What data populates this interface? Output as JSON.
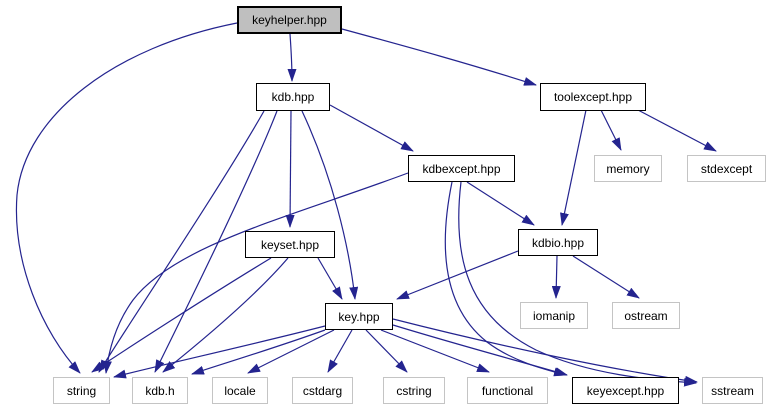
{
  "diagram": {
    "type": "include-dependency-graph",
    "root": "keyhelper.hpp"
  },
  "colors": {
    "edge": "#24248f",
    "current_node_fill": "#bfbfbf",
    "node_fill": "#ffffff",
    "documented_node_border": "#000000",
    "external_node_border": "#c4c4c4",
    "text": "#000000",
    "background": "#ffffff"
  },
  "nodes": [
    {
      "label": "keyhelper.hpp",
      "kind": "current"
    },
    {
      "label": "kdb.hpp",
      "kind": "documented"
    },
    {
      "label": "toolexcept.hpp",
      "kind": "documented"
    },
    {
      "label": "kdbexcept.hpp",
      "kind": "documented"
    },
    {
      "label": "memory",
      "kind": "external"
    },
    {
      "label": "stdexcept",
      "kind": "external"
    },
    {
      "label": "kdbio.hpp",
      "kind": "documented"
    },
    {
      "label": "keyset.hpp",
      "kind": "documented"
    },
    {
      "label": "iomanip",
      "kind": "external"
    },
    {
      "label": "ostream",
      "kind": "external"
    },
    {
      "label": "key.hpp",
      "kind": "documented"
    },
    {
      "label": "string",
      "kind": "external"
    },
    {
      "label": "kdb.h",
      "kind": "external"
    },
    {
      "label": "locale",
      "kind": "external"
    },
    {
      "label": "cstdarg",
      "kind": "external"
    },
    {
      "label": "cstring",
      "kind": "external"
    },
    {
      "label": "functional",
      "kind": "external"
    },
    {
      "label": "keyexcept.hpp",
      "kind": "documented"
    },
    {
      "label": "sstream",
      "kind": "external"
    }
  ],
  "edges": [
    {
      "from": "keyhelper.hpp",
      "to": "kdb.hpp"
    },
    {
      "from": "keyhelper.hpp",
      "to": "toolexcept.hpp"
    },
    {
      "from": "keyhelper.hpp",
      "to": "string"
    },
    {
      "from": "kdb.hpp",
      "to": "string"
    },
    {
      "from": "kdb.hpp",
      "to": "kdb.h"
    },
    {
      "from": "kdb.hpp",
      "to": "keyset.hpp"
    },
    {
      "from": "kdb.hpp",
      "to": "key.hpp"
    },
    {
      "from": "kdb.hpp",
      "to": "kdbexcept.hpp"
    },
    {
      "from": "kdbexcept.hpp",
      "to": "kdbio.hpp"
    },
    {
      "from": "kdbexcept.hpp",
      "to": "string"
    },
    {
      "from": "kdbexcept.hpp",
      "to": "keyexcept.hpp"
    },
    {
      "from": "kdbexcept.hpp",
      "to": "sstream"
    },
    {
      "from": "toolexcept.hpp",
      "to": "memory"
    },
    {
      "from": "toolexcept.hpp",
      "to": "stdexcept"
    },
    {
      "from": "toolexcept.hpp",
      "to": "kdbio.hpp"
    },
    {
      "from": "kdbio.hpp",
      "to": "iomanip"
    },
    {
      "from": "kdbio.hpp",
      "to": "ostream"
    },
    {
      "from": "kdbio.hpp",
      "to": "key.hpp"
    },
    {
      "from": "keyset.hpp",
      "to": "string"
    },
    {
      "from": "keyset.hpp",
      "to": "kdb.h"
    },
    {
      "from": "keyset.hpp",
      "to": "key.hpp"
    },
    {
      "from": "key.hpp",
      "to": "string"
    },
    {
      "from": "key.hpp",
      "to": "kdb.h"
    },
    {
      "from": "key.hpp",
      "to": "locale"
    },
    {
      "from": "key.hpp",
      "to": "cstdarg"
    },
    {
      "from": "key.hpp",
      "to": "cstring"
    },
    {
      "from": "key.hpp",
      "to": "functional"
    },
    {
      "from": "key.hpp",
      "to": "keyexcept.hpp"
    },
    {
      "from": "key.hpp",
      "to": "sstream"
    }
  ]
}
